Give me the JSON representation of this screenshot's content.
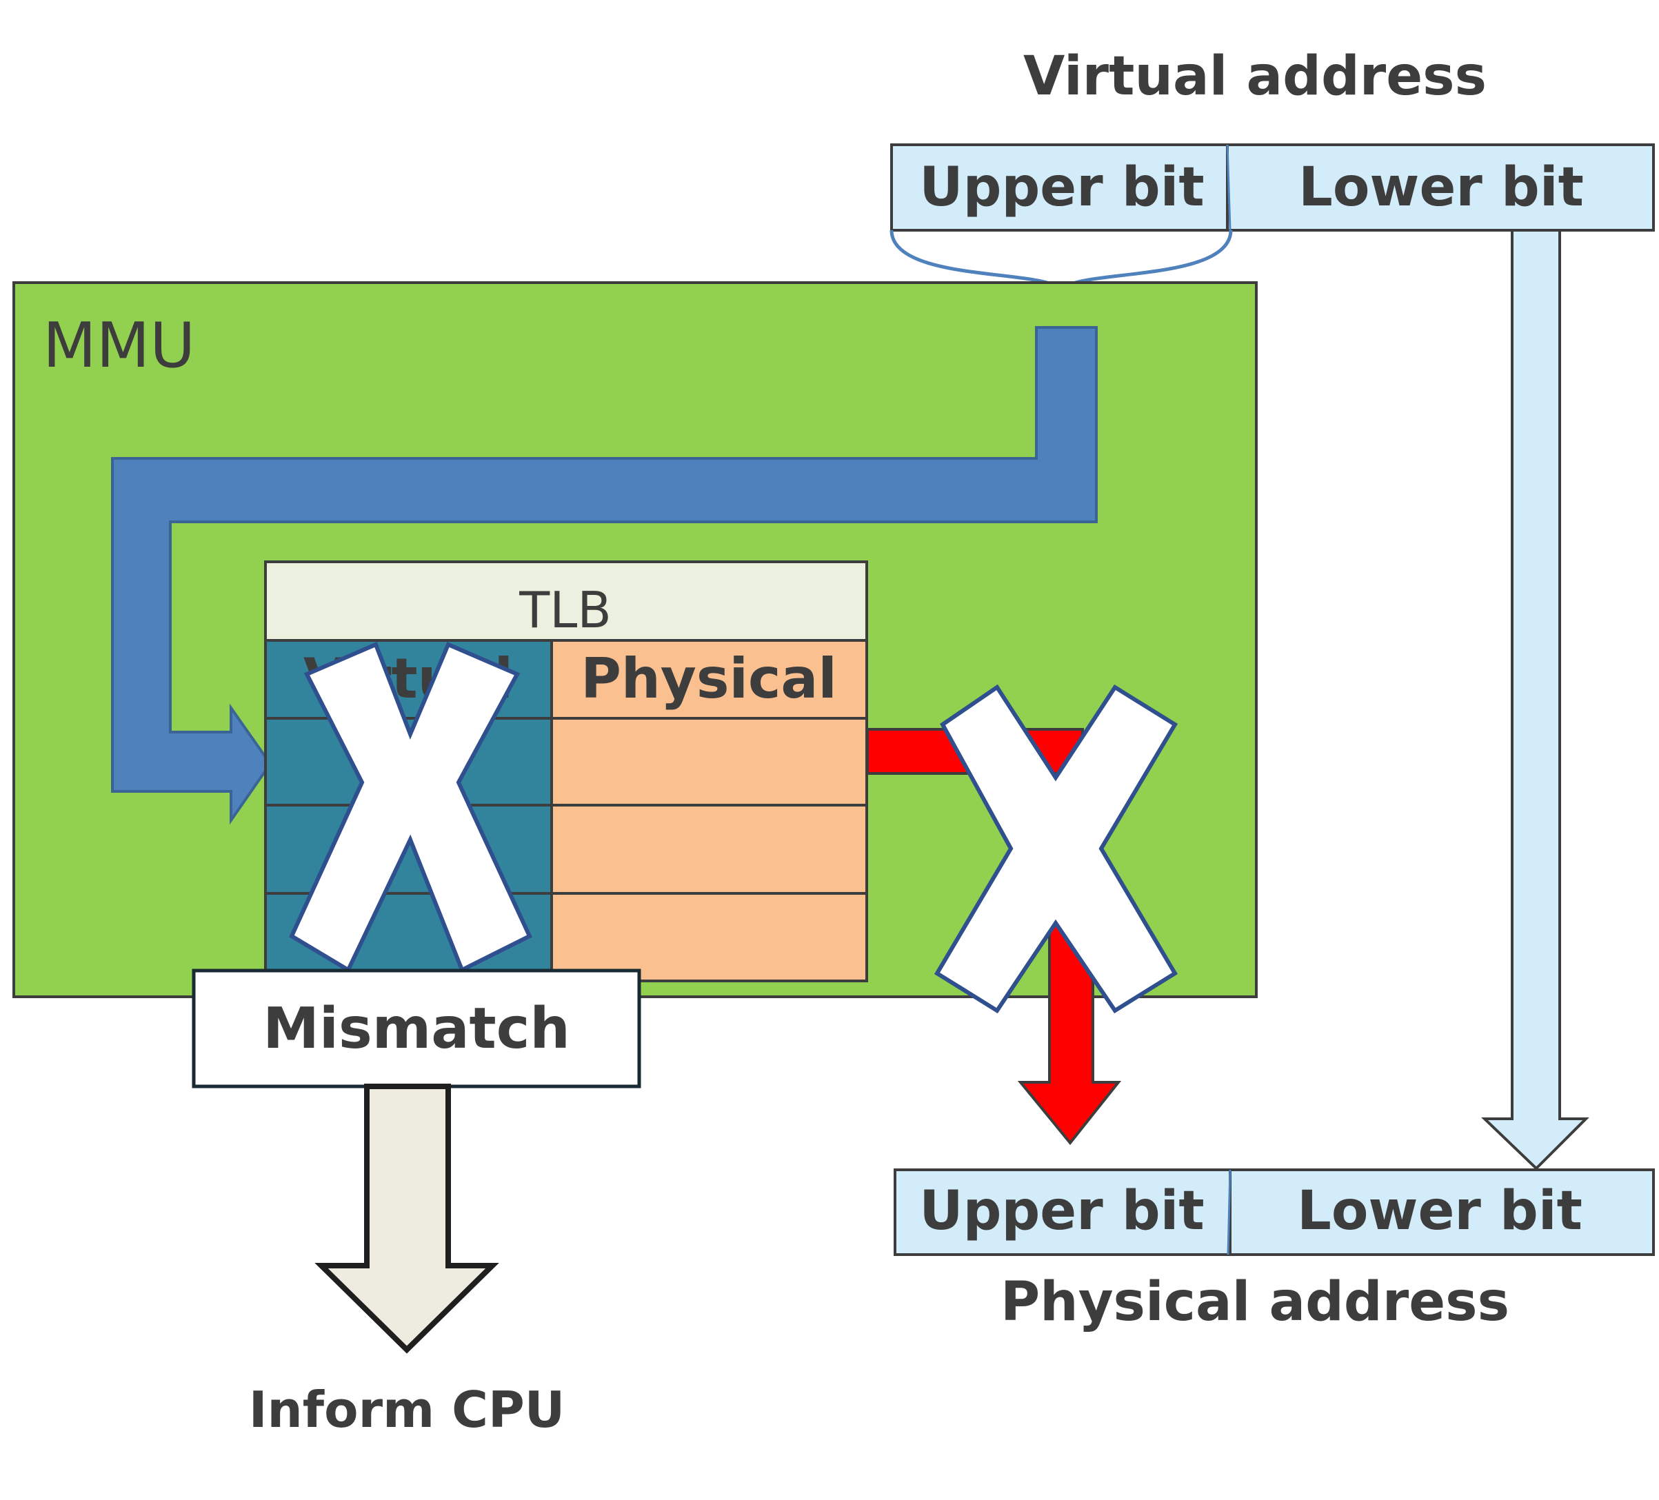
{
  "virtual_address": {
    "title": "Virtual address",
    "upper": "Upper bit",
    "lower": "Lower bit"
  },
  "physical_address": {
    "title": "Physical address",
    "upper": "Upper bit",
    "lower": "Lower bit"
  },
  "mmu": {
    "label": "MMU"
  },
  "tlb": {
    "title": "TLB",
    "virtual_header": "Virtual",
    "physical_header": "Physical"
  },
  "mismatch": {
    "label": "Mismatch"
  },
  "inform": {
    "label": "Inform CPU"
  },
  "colors": {
    "mmu_green": "#92d050",
    "address_blue": "#d3ecfa",
    "path_blue": "#4f81bd",
    "tlb_teal": "#31849b",
    "tlb_orange": "#fac090",
    "tlb_header": "#ebf1de",
    "red_path": "#ff0000",
    "inform_arrow": "#eeece1",
    "cross_white": "#ffffff"
  },
  "icons": {
    "virtual_cross": "x-mark-icon",
    "physical_cross": "x-mark-icon"
  }
}
